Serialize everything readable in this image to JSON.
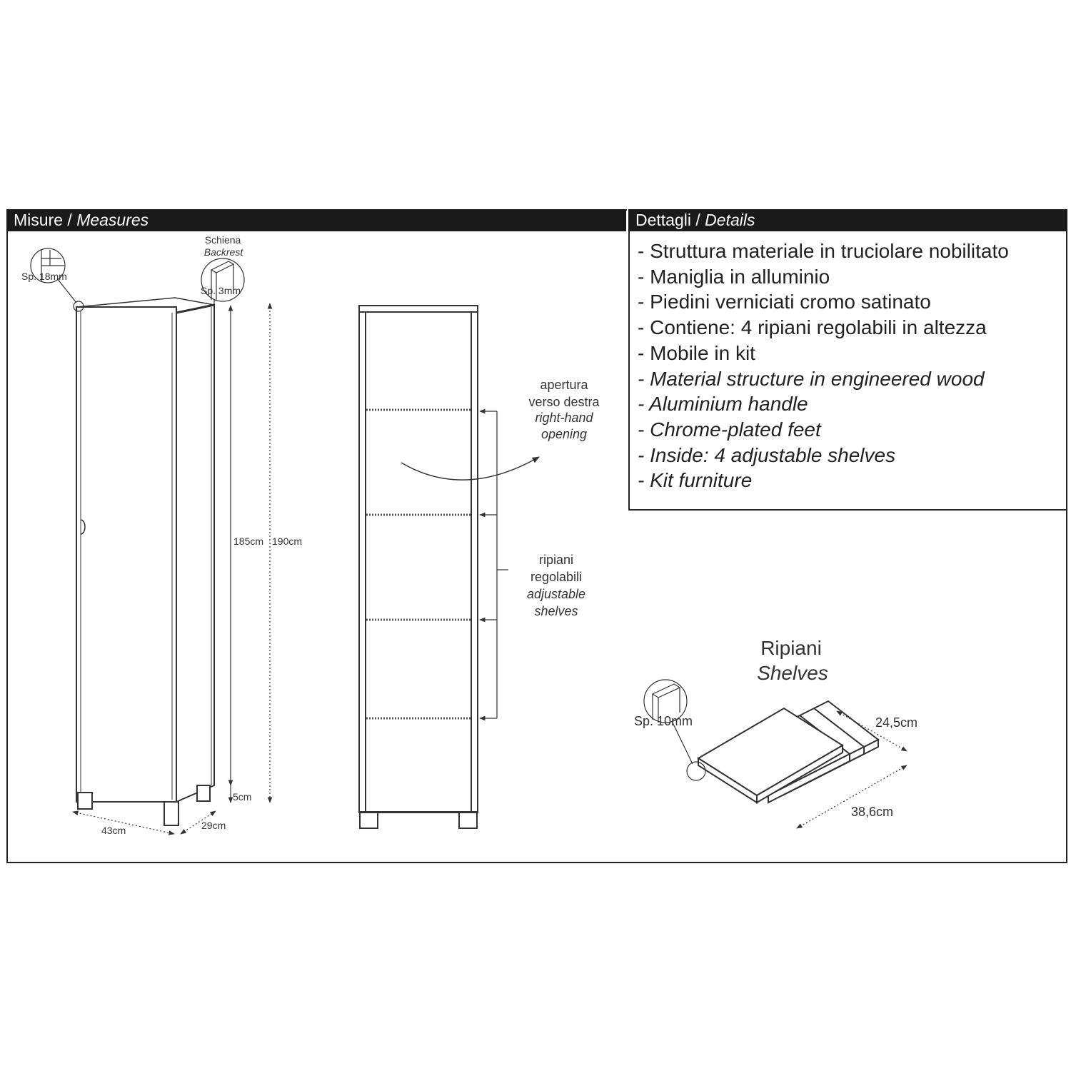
{
  "header": {
    "measures_it": "Misure",
    "measures_sep": " / ",
    "measures_en": "Measures",
    "details_it": "Dettagli",
    "details_sep": " / ",
    "details_en": "Details"
  },
  "details": [
    {
      "text": "- Struttura materiale in truciolare nobilitato",
      "italic": false
    },
    {
      "text": "- Maniglia in alluminio",
      "italic": false
    },
    {
      "text": "- Piedini verniciati cromo satinato",
      "italic": false
    },
    {
      "text": "- Contiene: 4 ripiani regolabili in altezza",
      "italic": false
    },
    {
      "text": "- Mobile in kit",
      "italic": false
    },
    {
      "text": "- Material structure in engineered wood",
      "italic": true
    },
    {
      "text": "- Aluminium handle",
      "italic": true
    },
    {
      "text": "- Chrome-plated feet",
      "italic": true
    },
    {
      "text": "- Inside:  4 adjustable shelves",
      "italic": true
    },
    {
      "text": "- Kit furniture",
      "italic": true
    }
  ],
  "labels": {
    "thickness_panel": "Sp. 18mm",
    "backrest_it": "Schiena",
    "backrest_en": "Backrest",
    "thickness_back": "Sp. 3mm",
    "height_inner": "185cm",
    "height_total": "190cm",
    "feet_height": "5cm",
    "width": "43cm",
    "depth": "29cm",
    "opening_it_1": "apertura",
    "opening_it_2": "verso destra",
    "opening_en_1": "right-hand",
    "opening_en_2": "opening",
    "shelves_it_1": "ripiani",
    "shelves_it_2": "regolabili",
    "shelves_en_1": "adjustable",
    "shelves_en_2": "shelves",
    "shelves_title_it": "Ripiani",
    "shelves_title_en": "Shelves",
    "shelf_thickness": "Sp. 10mm",
    "shelf_depth": "24,5cm",
    "shelf_width": "38,6cm"
  }
}
